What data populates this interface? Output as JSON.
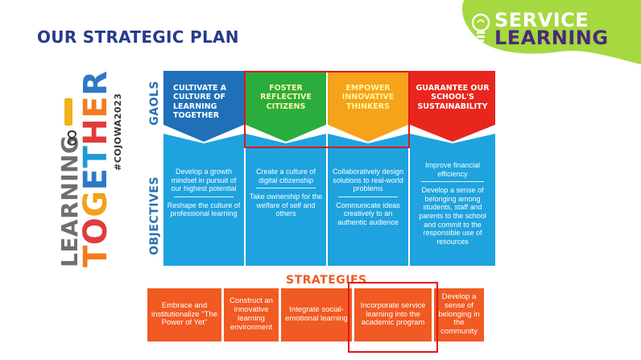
{
  "page_title": "OUR STRATEGIC PLAN",
  "logo": {
    "line1": "SERVICE",
    "line2": "LEARNING",
    "icon": "lightbulb-icon"
  },
  "side_logo": {
    "word1": "LEARNING",
    "word2_letters": [
      "T",
      "O",
      "G",
      "E",
      "T",
      "H",
      "E",
      "R"
    ],
    "hashtag": "#COJOWA2023",
    "infinity": "∞"
  },
  "labels": {
    "goals": "GAOLS",
    "objectives": "OBJECTIVES",
    "strategies": "STRATEGIES"
  },
  "colors": {
    "blue_goal": "#1f6fb9",
    "green_goal": "#2aad3e",
    "orange_goal": "#f7a21b",
    "red_goal": "#e8261e",
    "objective_blue": "#1ea3de",
    "strategy_orange": "#f15a22",
    "highlight_red": "#e0161e",
    "blob_green": "#a6d840"
  },
  "columns": [
    {
      "goal": "CULTIVATE A CULTURE OF LEARNING TOGETHER",
      "objectives": [
        "Develop a growth mindset in pursuit of our highest potential",
        "Reshape the culture of professional learning"
      ]
    },
    {
      "goal": "FOSTER REFLECTIVE CITIZENS",
      "objectives": [
        "Create a culture of digital citizenship",
        "Take ownership for the welfare of self and others"
      ]
    },
    {
      "goal": "EMPOWER INNOVATIVE THINKERS",
      "objectives": [
        "Collaboratively design solutions to real-world problems",
        "Communicate ideas creatively to an authentic audience"
      ]
    },
    {
      "goal": "GUARANTEE OUR SCHOOL'S SUSTAINABILITY",
      "objectives": [
        "Improve financial efficiency",
        "Develop a sense of belonging among students, staff and parents to the school and commit to the responsible use of resources"
      ]
    }
  ],
  "strategies": [
    "Embrace and institutionalize \"The Power of Yet\"",
    "Construct an innovative learning environment",
    "Integrate social-emotional learning",
    "Incorporate service learning into the academic program",
    "Develop a sense of belonging in the community"
  ]
}
